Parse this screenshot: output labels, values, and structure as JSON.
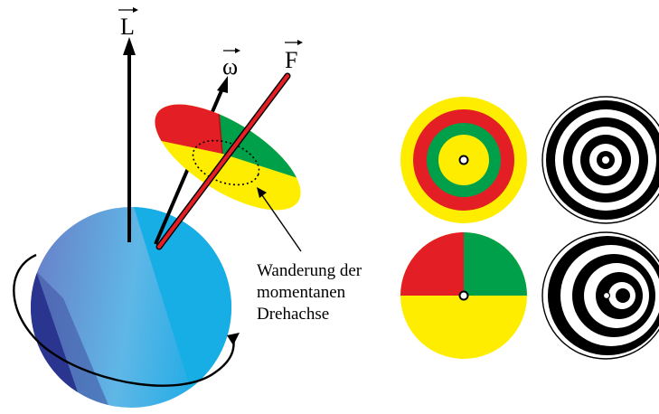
{
  "labels": {
    "L": "L",
    "omega": "ω",
    "F": "F",
    "caption_line1": "Wanderung der",
    "caption_line2": "momentanen",
    "caption_line3": "Drehachse"
  },
  "colors": {
    "red": "#e31e24",
    "green": "#00a04b",
    "yellow": "#ffed00",
    "blue": "#1aaee6",
    "dark_blue": "#27348b",
    "black": "#000000",
    "white": "#ffffff"
  }
}
